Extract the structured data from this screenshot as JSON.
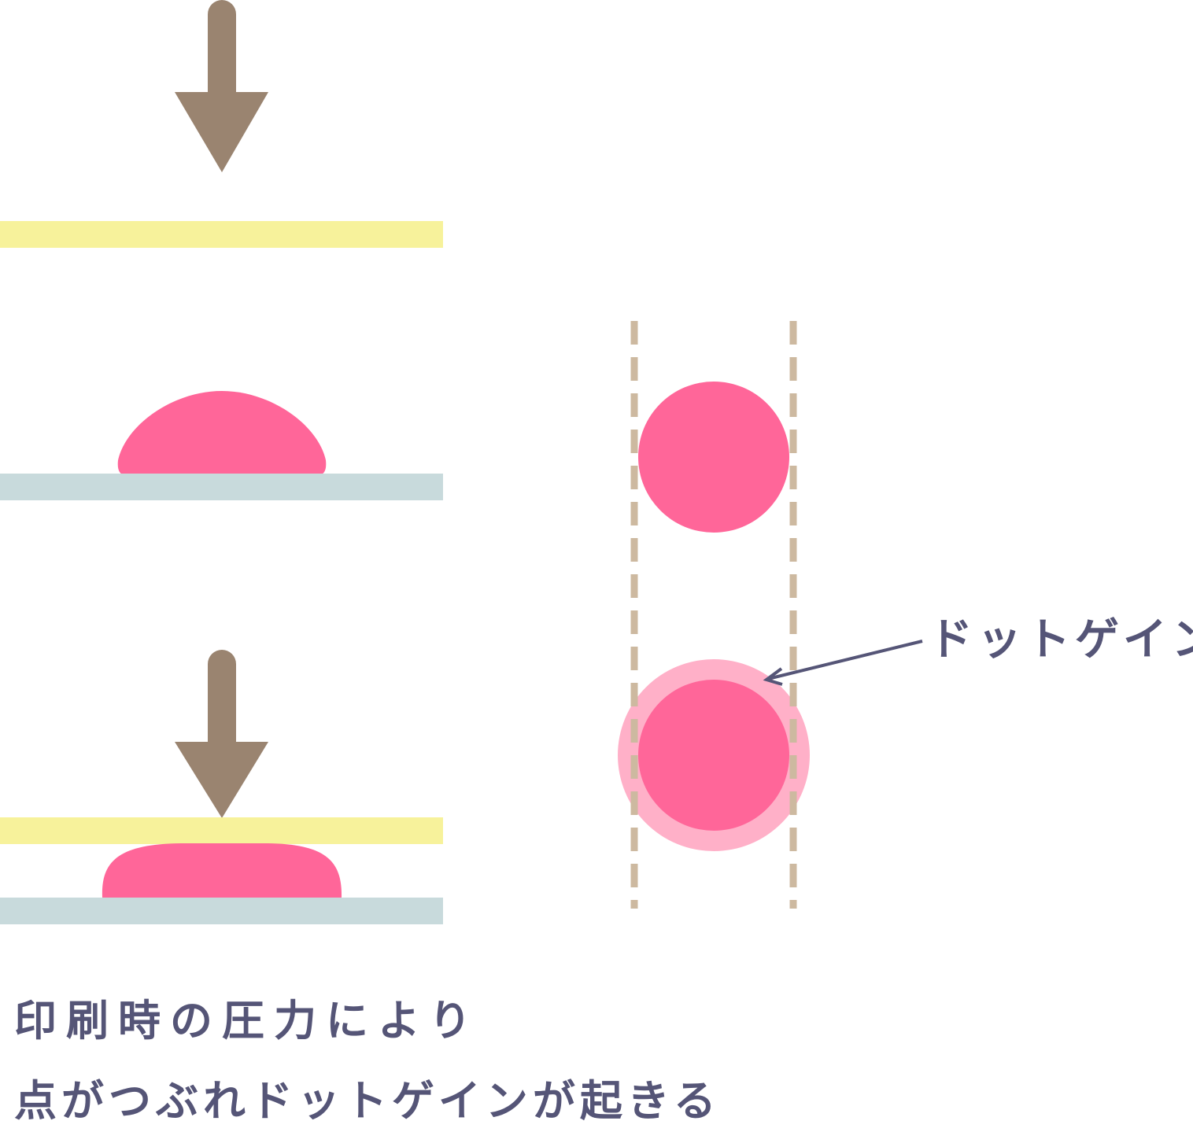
{
  "labels": {
    "dot_gain": "ドットゲイン",
    "caption_line1": "印刷時の圧力により",
    "caption_line2": "点がつぶれドットゲインが起きる"
  },
  "colors": {
    "arrow": "#9a8470",
    "plate": "#f7f29b",
    "paper": "#c8dadc",
    "ink": "#ff6699",
    "gain": "#ffb0c8",
    "guide": "#cdb9a0",
    "text": "#555577"
  },
  "icons": [
    "pressure-arrow-icon"
  ]
}
